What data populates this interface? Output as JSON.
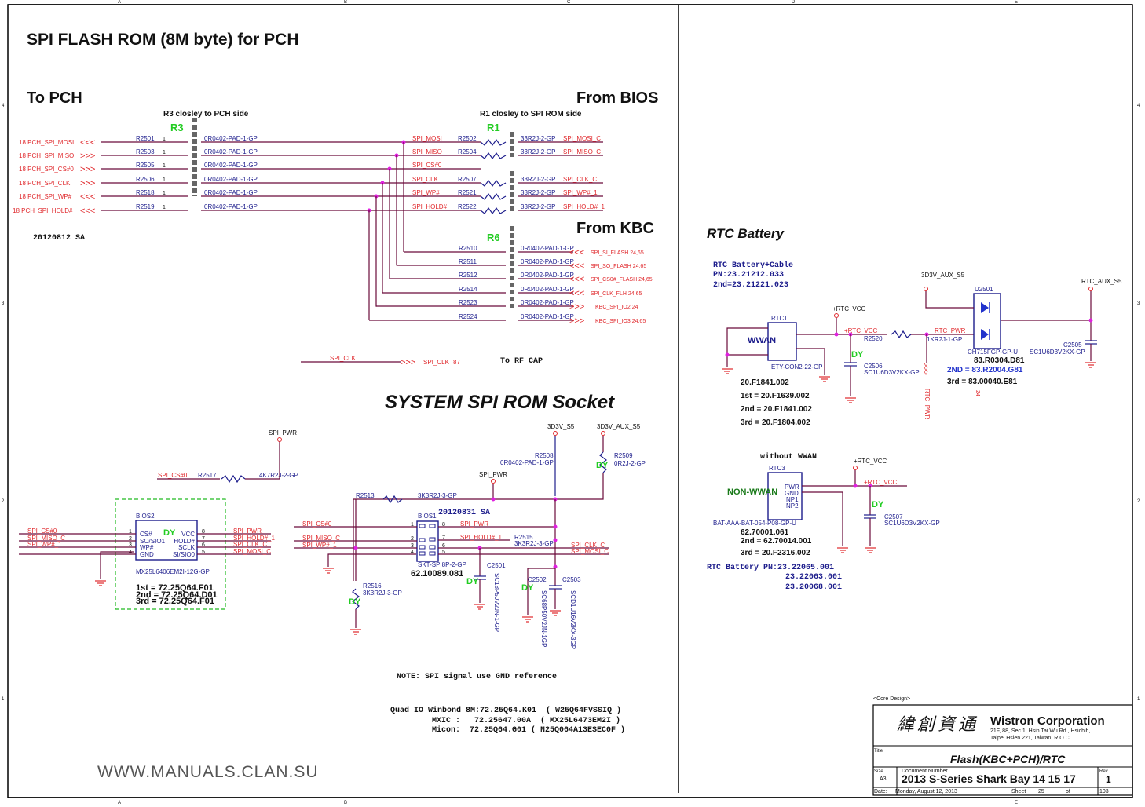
{
  "frame": {
    "col_labels": [
      "A",
      "B",
      "C",
      "D",
      "E"
    ],
    "row_labels": [
      "4",
      "3",
      "2",
      "1"
    ]
  },
  "titles": {
    "main": "SPI FLASH ROM (8M byte) for PCH",
    "to_pch": "To PCH",
    "from_bios": "From BIOS",
    "from_kbc": "From KBC",
    "socket": "SYSTEM SPI ROM Socket",
    "rtc": "RTC Battery"
  },
  "notes": {
    "r3_note": "R3 closley to PCH side",
    "r1_note": "R1 closley to SPI ROM side",
    "r3_tag": "R3",
    "r1_tag": "R1",
    "r6_tag": "R6",
    "date_sa1": "20120812 SA",
    "date_sa2": "20120831 SA",
    "to_rf_cap": "To RF CAP",
    "gnd_note": "NOTE: SPI signal use GND reference",
    "quad_io": [
      "Quad IO Winbond 8M:72.25Q64.K01  ( W25Q64FVSSIQ )",
      "MXIC :   72.25647.00A  ( MX25L6473EM2I )",
      "Micon:  72.25Q64.G01 ( N25Q064A13ESEC0F )"
    ],
    "watermark": "WWW.MANUALS.CLAN.SU"
  },
  "pch_nets": [
    {
      "page": "18",
      "net": "PCH_SPI_MOSI",
      "dir": "<<<",
      "ref": "R2501",
      "value": "0R0402-PAD-1-GP",
      "spi": "SPI_MOSI"
    },
    {
      "page": "18",
      "net": "PCH_SPI_MISO",
      "dir": ">>>",
      "ref": "R2503",
      "value": "0R0402-PAD-1-GP",
      "spi": "SPI_MISO"
    },
    {
      "page": "18",
      "net": "PCH_SPI_CS#0",
      "dir": ">>>",
      "ref": "R2505",
      "value": "0R0402-PAD-1-GP",
      "spi": "SPI_CS#0"
    },
    {
      "page": "18",
      "net": "PCH_SPI_CLK",
      "dir": ">>>",
      "ref": "R2506",
      "value": "0R0402-PAD-1-GP",
      "spi": "SPI_CLK"
    },
    {
      "page": "18",
      "net": "PCH_SPI_WP#",
      "dir": "<<<",
      "ref": "R2518",
      "value": "0R0402-PAD-1-GP",
      "spi": "SPI_WP#"
    },
    {
      "page": "18",
      "net": "PCH_SPI_HOLD#",
      "dir": "<<<",
      "ref": "R2519",
      "value": "0R0402-PAD-1-GP",
      "spi": "SPI_HOLD#"
    }
  ],
  "bios_nets": [
    {
      "ref": "R2502",
      "value": "33R2J-2-GP",
      "net": "SPI_MOSI_C"
    },
    {
      "ref": "R2504",
      "value": "33R2J-2-GP",
      "net": "SPI_MISO_C"
    },
    {
      "ref": "",
      "value": "",
      "net": ""
    },
    {
      "ref": "R2507",
      "value": "33R2J-2-GP",
      "net": "SPI_CLK_C"
    },
    {
      "ref": "R2521",
      "value": "33R2J-2-GP",
      "net": "SPI_WP#_1"
    },
    {
      "ref": "R2522",
      "value": "33R2J-2-GP",
      "net": "SPI_HOLD#_1"
    }
  ],
  "kbc_nets": [
    {
      "ref": "R2510",
      "value": "0R0402-PAD-1-GP",
      "dir": "<<<",
      "net": "SPI_SI_FLASH",
      "page": "24,65"
    },
    {
      "ref": "R2511",
      "value": "0R0402-PAD-1-GP",
      "dir": "<<<",
      "net": "SPI_SO_FLASH",
      "page": "24,65"
    },
    {
      "ref": "R2512",
      "value": "0R0402-PAD-1-GP",
      "dir": "<<<",
      "net": "SPI_CS0#_FLASH",
      "page": "24,65"
    },
    {
      "ref": "R2514",
      "value": "0R0402-PAD-1-GP",
      "dir": "<<<",
      "net": "SPI_CLK_FLH",
      "page": "24,65"
    },
    {
      "ref": "R2523",
      "value": "0R0402-PAD-1-GP",
      "dir": ">>>",
      "net": "KBC_SPI_IO2",
      "page": "24"
    },
    {
      "ref": "R2524",
      "value": "0R0402-PAD-1-GP",
      "dir": ">>>",
      "net": "KBC_SPI_IO3",
      "page": "24,65"
    }
  ],
  "rf_cap": {
    "net": "SPI_CLK",
    "flag": "SPI_CLK",
    "page": "87"
  },
  "bios2": {
    "ref": "BIOS2",
    "tag": "DY",
    "part": "MX25L6406EM2I-12G-GP",
    "left_pins": [
      {
        "n": "1",
        "name": "CS#",
        "net": "SPI_CS#0"
      },
      {
        "n": "2",
        "name": "SO/SIO1",
        "net": "SPI_MISO_C"
      },
      {
        "n": "3",
        "name": "WP#",
        "net": "SPI_WP#_1"
      },
      {
        "n": "4",
        "name": "GND",
        "net": ""
      }
    ],
    "right_pins": [
      {
        "n": "8",
        "name": "VCC",
        "net": "SPI_PWR"
      },
      {
        "n": "7",
        "name": "HOLD#",
        "net": "SPI_HOLD#_1"
      },
      {
        "n": "6",
        "name": "SCLK",
        "net": "SPI_CLK_C"
      },
      {
        "n": "5",
        "name": "SI/SIO0",
        "net": "SPI_MOSI_C"
      }
    ],
    "alts": [
      "1st = 72.25Q64.F01",
      "2nd = 72.25Q64.D01",
      "3rd = 72.25Q64.F01"
    ],
    "pullup": {
      "net": "SPI_CS#0",
      "ref": "R2517",
      "value": "4K7R2J-2-GP",
      "rail": "SPI_PWR"
    }
  },
  "bios1": {
    "ref": "BIOS1",
    "part": "SKT-SPI8P-2-GP",
    "pn": "62.10089.081",
    "left_nets": [
      "SPI_CS#0",
      "SPI_MISO_C",
      "SPI_WP#_1"
    ],
    "right_nets": [
      "SPI_PWR",
      "SPI_HOLD#_1",
      "SPI_CLK_C",
      "SPI_MOSI_C"
    ],
    "pins_left": [
      "1",
      "2",
      "3",
      "4"
    ],
    "pins_right": [
      "8",
      "7",
      "6",
      "5"
    ],
    "rails": {
      "r1": "3D3V_S5",
      "r2": "3D3V_AUX_S5",
      "spi_pwr": "SPI_PWR"
    },
    "r2508": {
      "ref": "R2508",
      "value": "0R0402-PAD-1-GP"
    },
    "r2509": {
      "ref": "R2509",
      "value": "0R2J-2-GP",
      "tag": "DY"
    },
    "r2513": {
      "ref": "R2513",
      "value": "3K3R2J-3-GP"
    },
    "r2515": {
      "ref": "R2515",
      "value": "3K3R2J-3-GP"
    },
    "r2516": {
      "ref": "R2516",
      "value": "3K3R2J-3-GP",
      "tag": "DY"
    },
    "c2501": {
      "ref": "C2501",
      "value": "SC18P50V2JN-1-GP",
      "tag": "DY"
    },
    "c2502": {
      "ref": "C2502",
      "value": "SC68P50V2JN-1GP",
      "tag": "DY"
    },
    "c2503": {
      "ref": "C2503",
      "value": "SCD1U16V2KX-3GP"
    }
  },
  "rtc": {
    "cable_note": [
      "RTC Battery+Cable",
      "PN:23.21212.033",
      "2nd=23.21221.023"
    ],
    "rtc1": {
      "ref": "RTC1",
      "label": "WWAN",
      "part": "ETY-CON2-22-GP",
      "alts": [
        "20.F1841.002",
        "1st = 20.F1639.002",
        "2nd = 20.F1841.002",
        "3rd = 20.F1804.002"
      ]
    },
    "vcc": "+RTC_VCC",
    "r2520": {
      "ref": "R2520",
      "value": "1KR2J-1-GP",
      "net": "RTC_PWR",
      "page": "24"
    },
    "c2506": {
      "ref": "C2506",
      "value": "SC1U6D3V2KX-GP",
      "tag": "DY"
    },
    "u2501": {
      "ref": "U2501",
      "part": "CH715FGP-GP-U",
      "alts": [
        "83.R0304.D81",
        "2ND = 83.R2004.G81",
        "3rd = 83.00040.E81"
      ],
      "rail_in": "3D3V_AUX_S5",
      "rail_out": "RTC_AUX_S5"
    },
    "c2505": {
      "ref": "C2505",
      "value": "SC1U6D3V2KX-GP"
    },
    "rtc3": {
      "ref": "RTC3",
      "title": "without WWAN",
      "label": "NON-WWAN",
      "part": "BAT-AAA-BAT-054-P08-GP-U",
      "pins": [
        "PWR",
        "GND",
        "NP1",
        "NP2"
      ],
      "alts": [
        "62.70001.061",
        "2nd = 62.70014.001",
        "3rd = 20.F2316.002"
      ]
    },
    "c2507": {
      "ref": "C2507",
      "value": "SC1U6D3V2KX-GP",
      "tag": "DY"
    },
    "battery_pn": [
      "RTC Battery PN:23.22065.001",
      "23.22063.001",
      "23.20068.001"
    ]
  },
  "title_block": {
    "core_design": "<Core Design>",
    "company_cn": "緯創資通",
    "company": "Wistron Corporation",
    "address1": "21F, 88, Sec.1, Hsin Tai Wu Rd., Hsichih,",
    "address2": "Taipei Hsien 221, Taiwan, R.O.C.",
    "title_label": "Title",
    "title": "Flash(KBC+PCH)/RTC",
    "size_label": "Size",
    "size": "A3",
    "docnum_label": "Document Number",
    "docnum": "2013 S-Series Shark Bay 14 15 17",
    "rev_label": "Rev",
    "rev": "1",
    "date_label": "Date:",
    "date": "Monday, August 12, 2013",
    "sheet_label": "Sheet",
    "sheet": "25",
    "of_label": "of",
    "total": "103"
  }
}
